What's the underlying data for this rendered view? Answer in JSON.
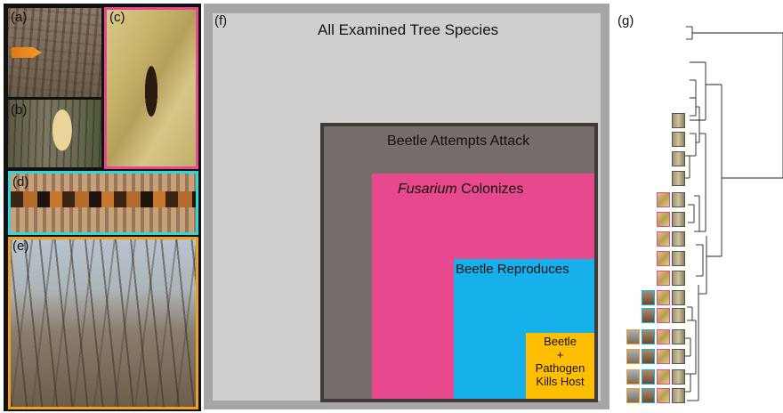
{
  "panel_labels": {
    "a": "(a)",
    "b": "(b)",
    "c": "(c)",
    "d": "(d)",
    "e": "(e)",
    "f": "(f)",
    "g": "(g)"
  },
  "diagram": {
    "outer_label": "All Examined Tree Species",
    "attack_label": "Beetle Attempts Attack",
    "fusarium_label_italic": "Fusarium",
    "fusarium_label_rest": " Colonizes",
    "repro_label": "Beetle Reproduces",
    "kill_line1": "Beetle",
    "kill_line2": "+",
    "kill_line3": "Pathogen",
    "kill_line4": "Kills Host"
  },
  "colors": {
    "outer": "#a6a6a6",
    "all_species": "#d0cece",
    "attack": "#756e6b",
    "fusarium": "#e8498c",
    "reproduces": "#16b0ea",
    "kills": "#ffbf00",
    "frame_c": "#e8498c",
    "frame_d": "#2fd6d6",
    "frame_e": "#f0a020"
  },
  "tree": {
    "tips": [
      {
        "thumbs": []
      },
      {
        "thumbs": []
      },
      {
        "thumbs": []
      },
      {
        "thumbs": [
          "bark"
        ]
      },
      {
        "thumbs": [
          "bark"
        ]
      },
      {
        "thumbs": [
          "bark"
        ]
      },
      {
        "thumbs": [
          "bark"
        ]
      },
      {
        "thumbs": [
          "wood",
          "bark"
        ]
      },
      {
        "thumbs": [
          "wood",
          "bark"
        ]
      },
      {
        "thumbs": [
          "wood",
          "bark"
        ]
      },
      {
        "thumbs": [
          "wood",
          "bark"
        ]
      },
      {
        "thumbs": [
          "wood",
          "bark"
        ]
      },
      {
        "thumbs": [
          "gall",
          "wood",
          "bark"
        ]
      },
      {
        "thumbs": [
          "gall",
          "wood",
          "bark"
        ]
      },
      {
        "thumbs": [
          "forest",
          "gall",
          "wood",
          "bark"
        ]
      },
      {
        "thumbs": [
          "forest",
          "gall",
          "wood",
          "bark"
        ]
      },
      {
        "thumbs": [
          "forest",
          "gall",
          "wood",
          "bark"
        ]
      },
      {
        "thumbs": [
          "forest",
          "gall",
          "wood",
          "bark"
        ]
      }
    ]
  }
}
